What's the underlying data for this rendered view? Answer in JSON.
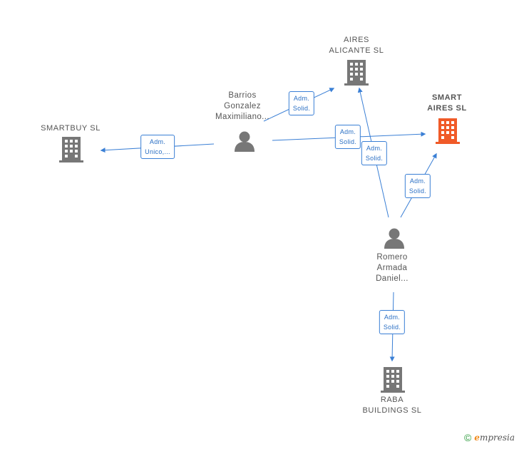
{
  "nodes": {
    "smartbuy": {
      "name_lines": [
        "SMARTBUY  SL"
      ],
      "type": "company"
    },
    "aires_alicante": {
      "name_lines": [
        "AIRES",
        "ALICANTE  SL"
      ],
      "type": "company"
    },
    "smart_aires": {
      "name_lines": [
        "SMART",
        "AIRES  SL"
      ],
      "type": "company-focus"
    },
    "raba_buildings": {
      "name_lines": [
        "RABA",
        "BUILDINGS  SL"
      ],
      "type": "company"
    },
    "barrios": {
      "name_lines": [
        "Barrios",
        "Gonzalez",
        "Maximiliano..."
      ],
      "type": "person"
    },
    "romero": {
      "name_lines": [
        "Romero",
        "Armada",
        "Daniel..."
      ],
      "type": "person"
    }
  },
  "edges": [
    {
      "id": "barrios-smartbuy",
      "label_lines": [
        "Adm.",
        "Unico,..."
      ]
    },
    {
      "id": "barrios-aires_alicante",
      "label_lines": [
        "Adm.",
        "Solid."
      ]
    },
    {
      "id": "barrios-smart_aires",
      "label_lines": [
        "Adm.",
        "Solid."
      ]
    },
    {
      "id": "romero-aires_alicante",
      "label_lines": [
        "Adm.",
        "Solid."
      ]
    },
    {
      "id": "romero-smart_aires",
      "label_lines": [
        "Adm.",
        "Solid."
      ]
    },
    {
      "id": "romero-raba_buildings",
      "label_lines": [
        "Adm.",
        "Solid."
      ]
    }
  ],
  "colors": {
    "edge": "#3a7fd5",
    "company": "#777777",
    "focus": "#f05a28",
    "person": "#777777"
  },
  "footer": {
    "copyright_symbol": "©",
    "brand_first": "e",
    "brand_rest": "mpresia"
  }
}
